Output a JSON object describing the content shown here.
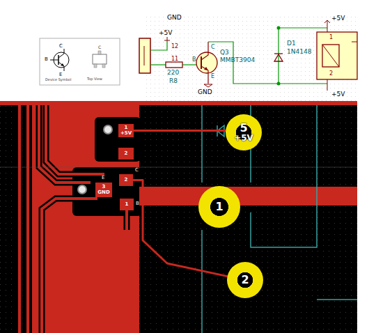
{
  "diagram": {
    "nodes": [
      {
        "text": [
          "Device Symbol",
          "Top View"
        ]
      },
      {
        "text": [
          "1",
          "+5V"
        ]
      },
      {
        "text": [
          "2"
        ]
      },
      {
        "text": [
          "2"
        ]
      },
      {
        "text": [
          "3",
          "GND"
        ]
      },
      {
        "text": [
          "1"
        ]
      },
      {
        "text": [
          "5",
          "+5V"
        ]
      },
      {
        "text": [
          "1"
        ]
      },
      {
        "text": [
          "2"
        ]
      }
    ],
    "edges": [
      {
        "from": 1,
        "to": 6,
        "arrow": "none"
      },
      {
        "from": 3,
        "to": 8,
        "arrow": "none"
      }
    ],
    "labels": [
      "C",
      "B",
      "E",
      "C",
      "GND",
      "+5V",
      "12",
      "11",
      "220",
      "R8",
      "B",
      "C",
      "E",
      "Q3",
      "MMBT3904",
      "GND",
      "D1",
      "1N4148",
      "+5V",
      "+5V",
      "1",
      "2",
      "C",
      "E",
      "B"
    ]
  }
}
